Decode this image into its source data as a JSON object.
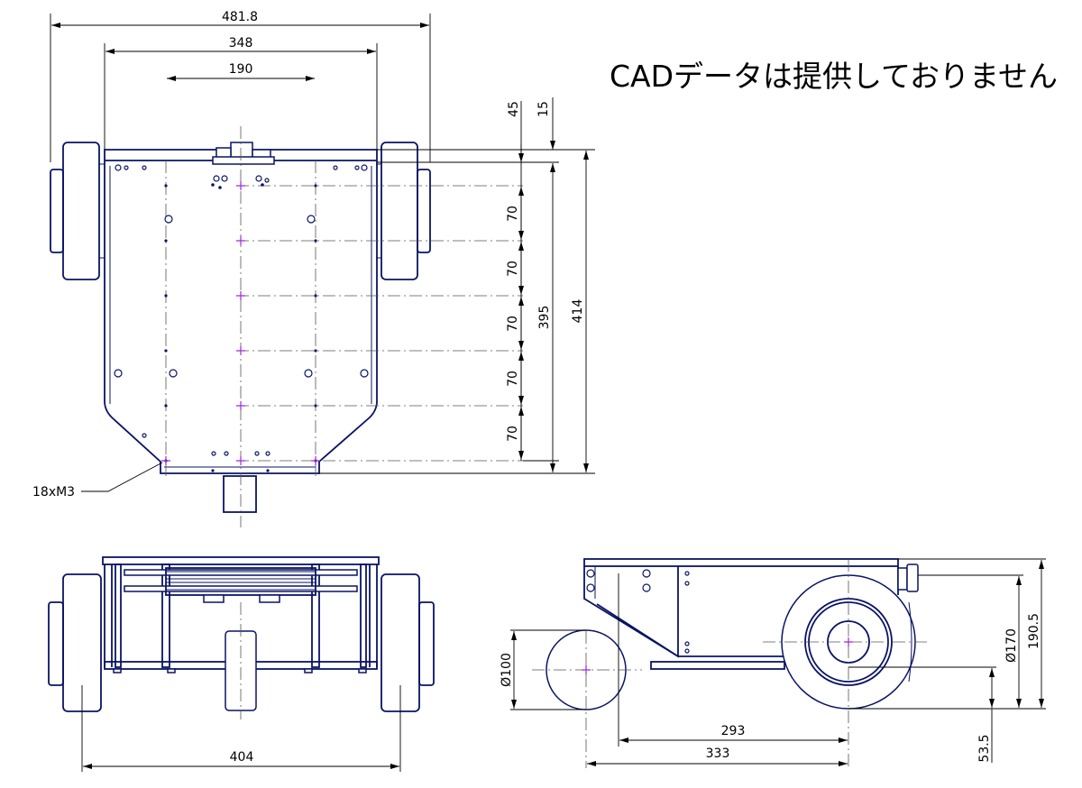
{
  "notice": "CADデータは提供しておりません",
  "top_view": {
    "width_dims": [
      "481.8",
      "348",
      "190"
    ],
    "right_dims": [
      "45",
      "15",
      "70",
      "70",
      "70",
      "70",
      "70",
      "395",
      "414"
    ],
    "hole_callout": "18xM3"
  },
  "front_view": {
    "width_dim": "404"
  },
  "side_view": {
    "dims": [
      "Ø100",
      "293",
      "333",
      "Ø170",
      "190.5",
      "53.5"
    ]
  }
}
